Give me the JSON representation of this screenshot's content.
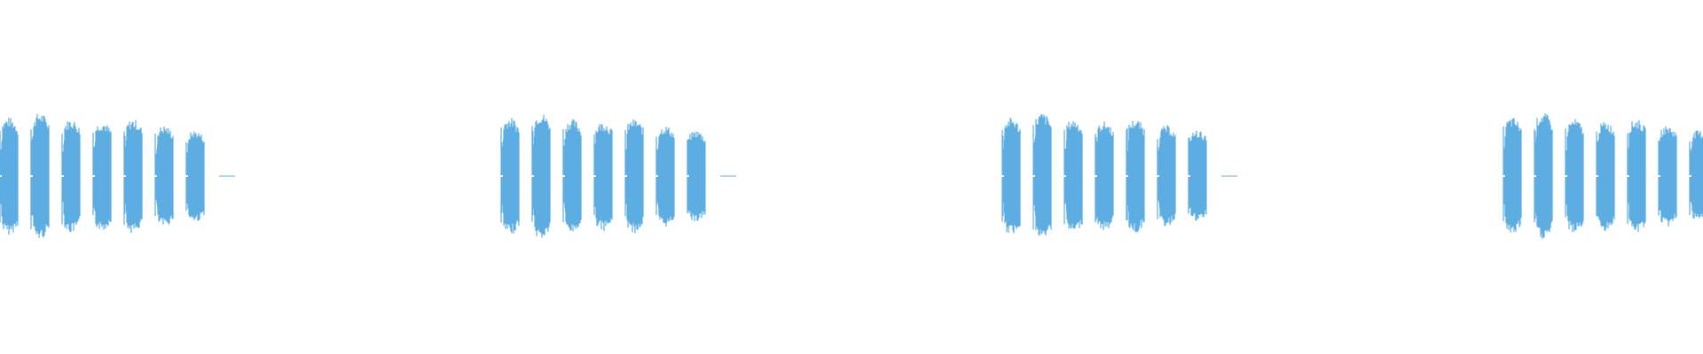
{
  "waveform": {
    "color": "#5dade2",
    "background": "#ffffff",
    "pattern": {
      "repeats": 4,
      "bursts_per_repeat": 7,
      "burst_amplitudes": [
        0.74,
        0.8,
        0.72,
        0.69,
        0.72,
        0.64,
        0.58
      ],
      "ends_with_silence": true
    }
  }
}
